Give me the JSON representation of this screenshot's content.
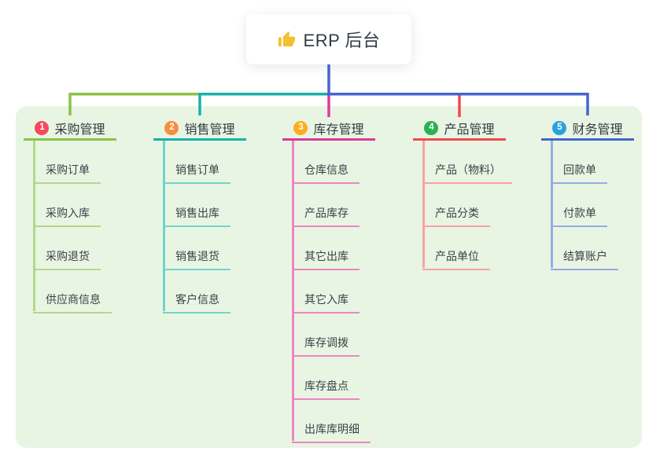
{
  "root": {
    "icon": "thumbs-up",
    "title": "ERP 后台"
  },
  "colors": {
    "canvas_bg": "#e9f5e3",
    "stem": "#4565cf",
    "root_text": "#333b46",
    "thumb_yellow": "#f5c02e"
  },
  "branches": [
    {
      "id": "purchase",
      "number": "1",
      "label": "采购管理",
      "badge_color": "#f5495f",
      "line_color": "#8bc34a",
      "item_line_color": "#b2d88c",
      "items": [
        "采购订单",
        "采购入库",
        "采购退货",
        "供应商信息"
      ]
    },
    {
      "id": "sales",
      "number": "2",
      "label": "销售管理",
      "badge_color": "#f98c3d",
      "line_color": "#14b3ab",
      "item_line_color": "#70d4cb",
      "items": [
        "销售订单",
        "销售出库",
        "销售退货",
        "客户信息"
      ]
    },
    {
      "id": "inventory",
      "number": "3",
      "label": "库存管理",
      "badge_color": "#fcae1a",
      "line_color": "#da3a9d",
      "item_line_color": "#ee85c1",
      "items": [
        "仓库信息",
        "产品库存",
        "其它出库",
        "其它入库",
        "库存调拨",
        "库存盘点",
        "出库库明细"
      ]
    },
    {
      "id": "product",
      "number": "4",
      "label": "产品管理",
      "badge_color": "#2ab150",
      "line_color": "#f4484e",
      "item_line_color": "#f8a2a4",
      "items": [
        "产品（物料）",
        "产品分类",
        "产品单位"
      ]
    },
    {
      "id": "finance",
      "number": "5",
      "label": "财务管理",
      "badge_color": "#27a2df",
      "line_color": "#4565cf",
      "item_line_color": "#97abe5",
      "items": [
        "回款单",
        "付款单",
        "结算账户"
      ]
    }
  ]
}
